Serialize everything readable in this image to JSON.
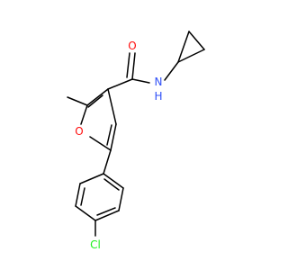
{
  "atoms": {
    "O1": "O",
    "O2": "O",
    "N": "N",
    "H": "H",
    "Cl": "Cl"
  },
  "colors": {
    "oxygen": "#ff0d0d",
    "nitrogen": "#3050f8",
    "chlorine": "#1ff01f",
    "bond": "#000000"
  }
}
